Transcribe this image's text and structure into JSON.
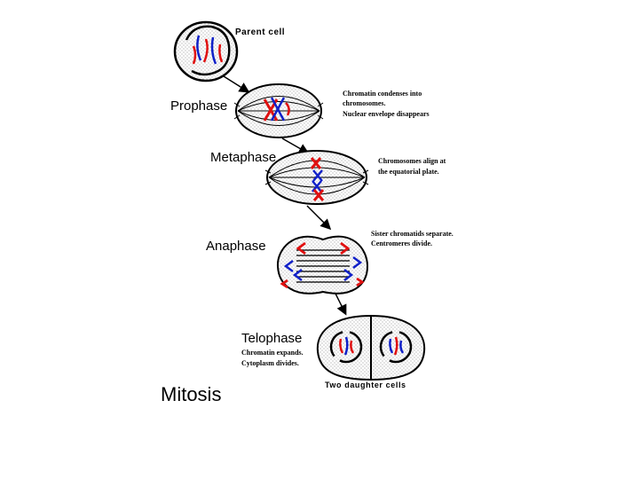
{
  "diagram": {
    "title": "Mitosis",
    "parent_cell": {
      "label": "Parent cell"
    },
    "stages": [
      {
        "name": "Prophase",
        "notes": [
          "Chromatin condenses into",
          "chromosomes.",
          "Nuclear envelope disappears"
        ]
      },
      {
        "name": "Metaphase",
        "notes": [
          "Chromosomes align at",
          "the equatorial plate."
        ]
      },
      {
        "name": "Anaphase",
        "notes": [
          "Sister chromatids separate.",
          "Centromeres divide."
        ]
      },
      {
        "name": "Telophase",
        "notes": [
          "Chromatin expands.",
          "Cytoplasm divides."
        ]
      }
    ],
    "daughter_cells": {
      "label": "Two daughter cells"
    },
    "colors": {
      "chromosome_red": "#e01010",
      "chromosome_blue": "#1020c8",
      "outline": "#000000",
      "stipple": "#808080"
    }
  }
}
